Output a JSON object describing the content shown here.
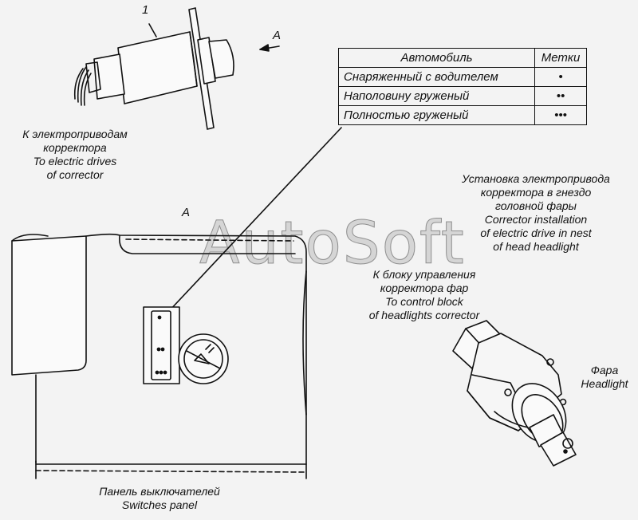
{
  "callout_number": "1",
  "view_ref_top": "A",
  "view_ref_main": "A",
  "labels": {
    "to_drives_ru_1": "К электроприводам",
    "to_drives_ru_2": "корректора",
    "to_drives_en_1": "To electric drives",
    "to_drives_en_2": "of corrector",
    "install_ru_1": "Установка электропривода",
    "install_ru_2": "корректора в гнездо",
    "install_ru_3": "головной фары",
    "install_en_1": "Corrector installation",
    "install_en_2": "of electric drive in nest",
    "install_en_3": "of head headlight",
    "control_ru_1": "К блоку управления",
    "control_ru_2": "корректора фар",
    "control_en_1": "To control block",
    "control_en_2": "of headlights corrector",
    "headlight_ru": "Фара",
    "headlight_en": "Headlight",
    "panel_ru": "Панель выключателей",
    "panel_en": "Switches panel"
  },
  "table": {
    "headers": [
      "Автомобиль",
      "Метки"
    ],
    "rows": [
      {
        "car": "Снаряженный с водителем",
        "mark": "•"
      },
      {
        "car": "Наполовину груженый",
        "mark": "••"
      },
      {
        "car": "Полностью груженый",
        "mark": "•••"
      }
    ]
  },
  "watermark": "AutoSoft"
}
